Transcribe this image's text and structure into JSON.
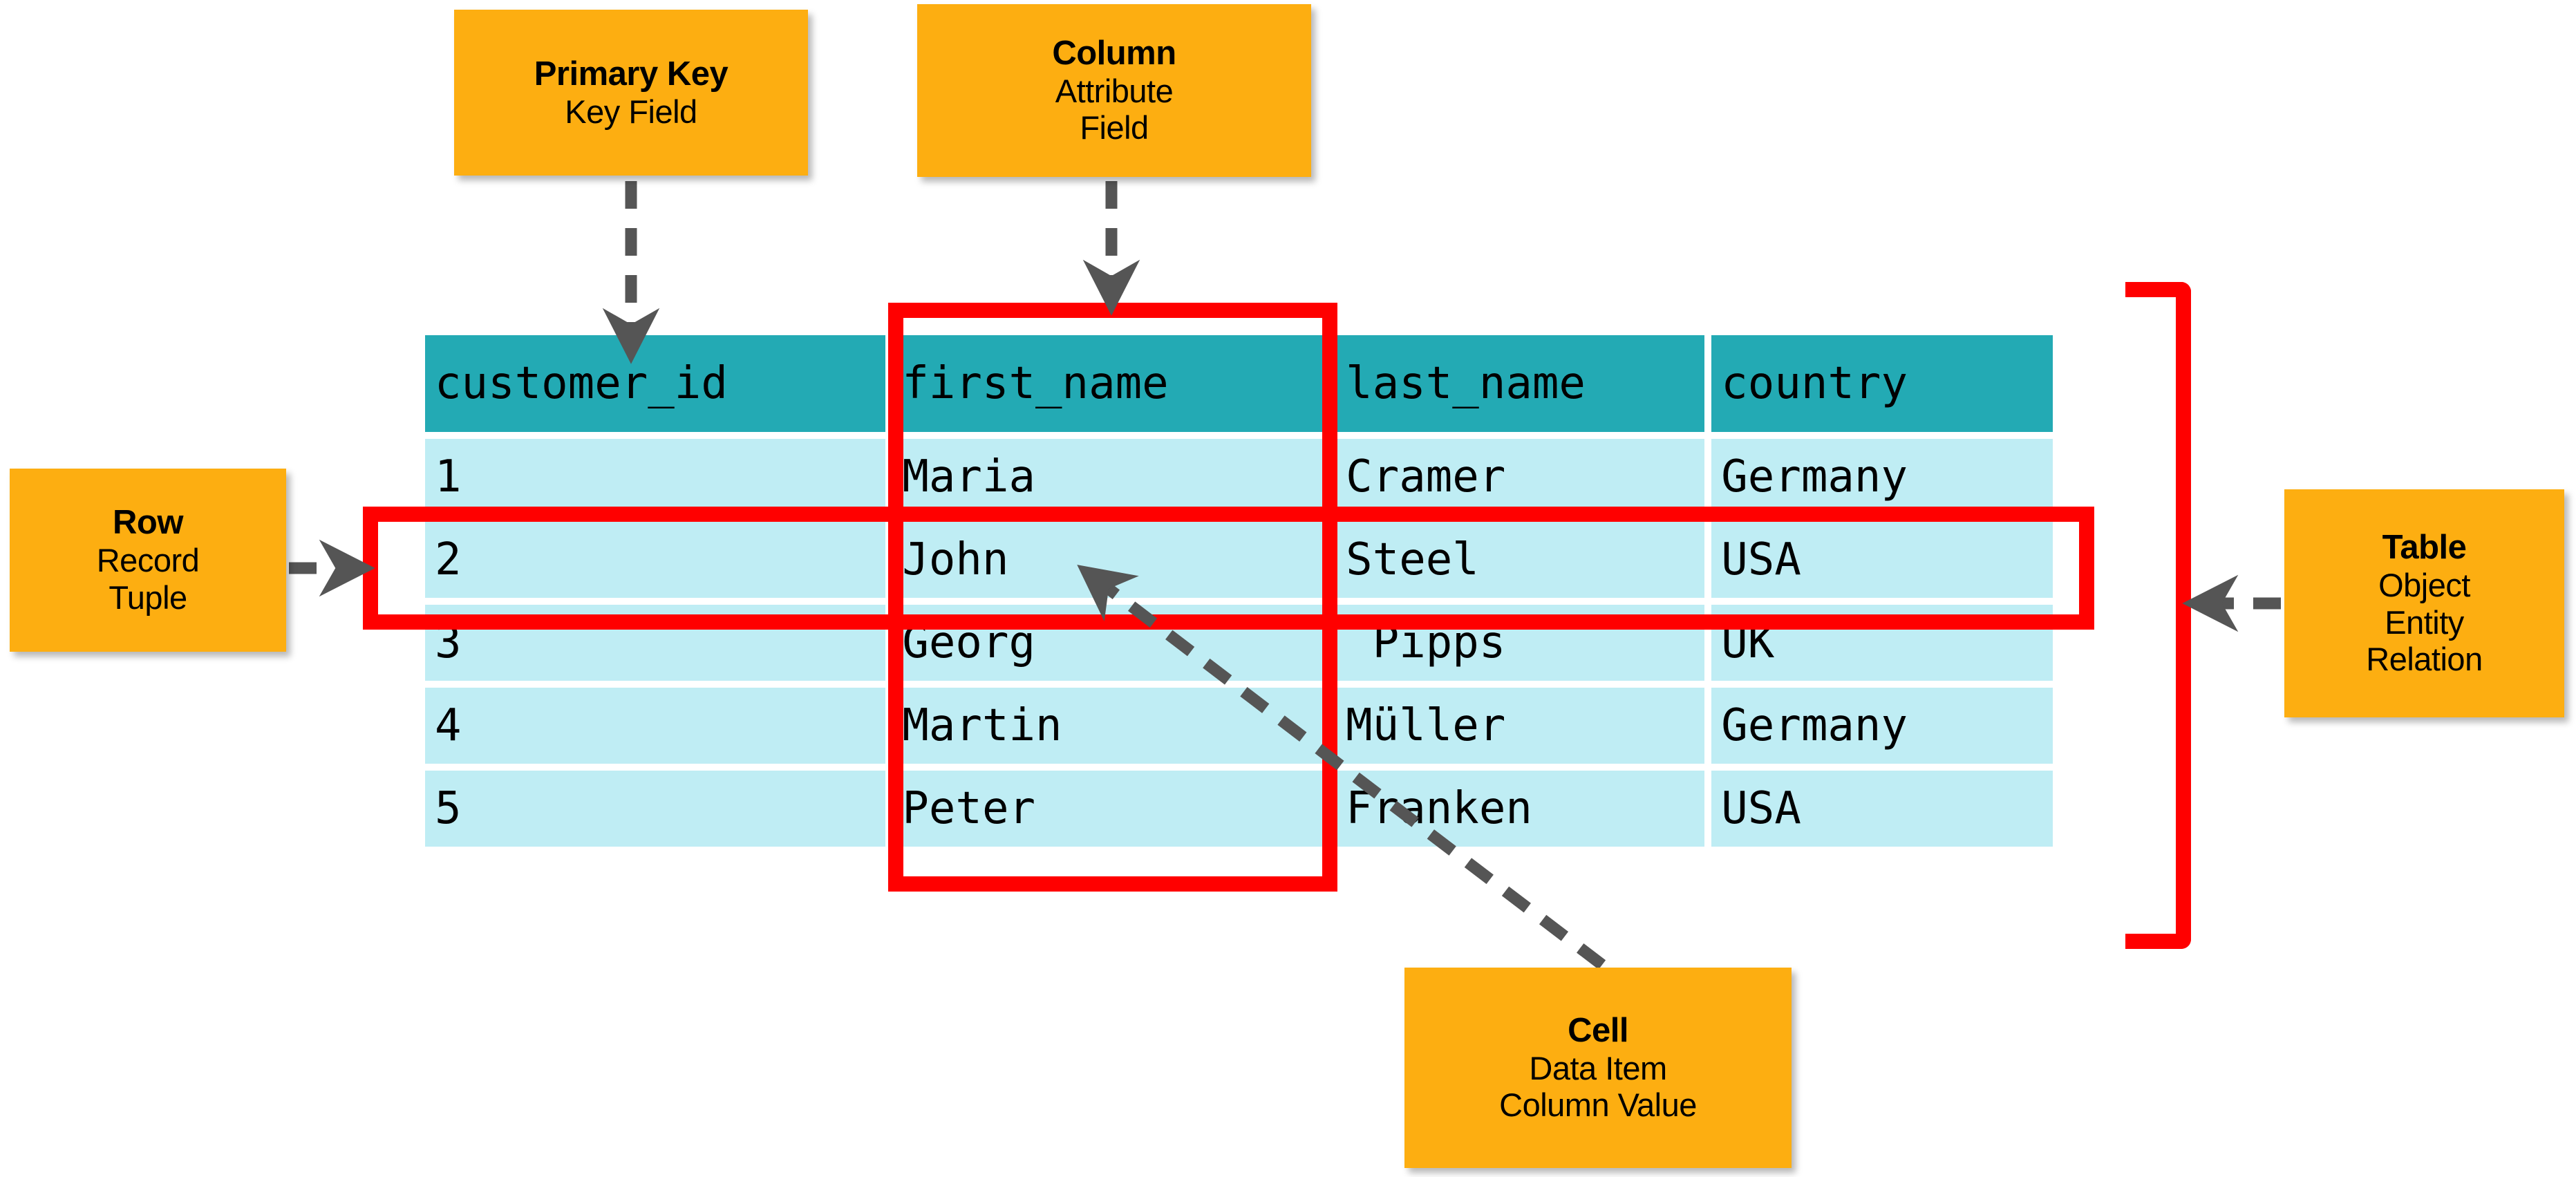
{
  "diagram": {
    "title": "Relational database table terminology diagram",
    "colors": {
      "header_teal": "#23AAB4",
      "row_cyan": "#BFEDF4",
      "callout_orange": "#FDAE11",
      "highlight_red": "#FF0000",
      "arrow_gray": "#555555",
      "background": "#FFFFFF"
    }
  },
  "table": {
    "columns": [
      "customer_id",
      "first_name",
      "last_name",
      "country"
    ],
    "rows": [
      {
        "customer_id": "1",
        "first_name": "Maria",
        "last_name": "Cramer",
        "country": "Germany"
      },
      {
        "customer_id": "2",
        "first_name": "John",
        "last_name": "Steel",
        "country": "USA"
      },
      {
        "customer_id": "3",
        "first_name": "Georg",
        "last_name": " Pipps",
        "country": "UK"
      },
      {
        "customer_id": "4",
        "first_name": "Martin",
        "last_name": "Müller",
        "country": "Germany"
      },
      {
        "customer_id": "5",
        "first_name": "Peter",
        "last_name": "Franken",
        "country": "USA"
      }
    ]
  },
  "callouts": {
    "primary_key": {
      "title": "Primary Key",
      "lines": [
        "Key Field"
      ],
      "points_to": "customer_id column header"
    },
    "column": {
      "title": "Column",
      "lines": [
        "Attribute",
        "Field"
      ],
      "points_to": "first_name column"
    },
    "row": {
      "title": "Row",
      "lines": [
        "Record",
        "Tuple"
      ],
      "points_to": "row with customer_id 2"
    },
    "table": {
      "title": "Table",
      "lines": [
        "Object",
        "Entity",
        "Relation"
      ],
      "points_to": "whole table bracket"
    },
    "cell": {
      "title": "Cell",
      "lines": [
        "Data Item",
        "Column Value"
      ],
      "points_to": "John cell"
    }
  },
  "highlights": {
    "column_box_label": "first_name column highlight",
    "row_box_label": "row 2 highlight",
    "bracket_label": "whole table bracket"
  }
}
